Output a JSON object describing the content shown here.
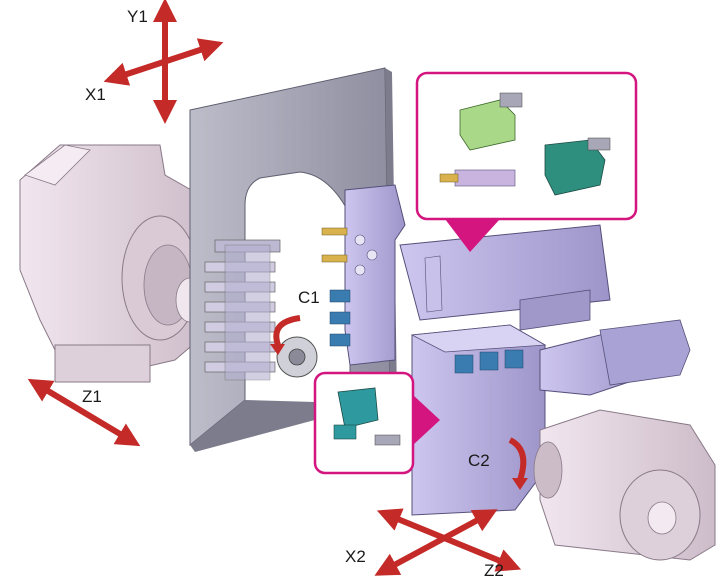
{
  "labels": {
    "y1": "Y1",
    "x1": "X1",
    "z1": "Z1",
    "c1": "C1",
    "c2": "C2",
    "x2": "X2",
    "z2": "Z2"
  },
  "colors": {
    "arrow": "#c42a27",
    "callout_border": "#d4157f",
    "machine_body": "#a7a7b8",
    "motor_pink": "#e4d7e3",
    "turret_lavender": "#b7b0de",
    "background": "#ffffff"
  },
  "icons": [
    "direction-arrow-icon",
    "rotation-arrow-icon",
    "callout-pointer-icon"
  ]
}
